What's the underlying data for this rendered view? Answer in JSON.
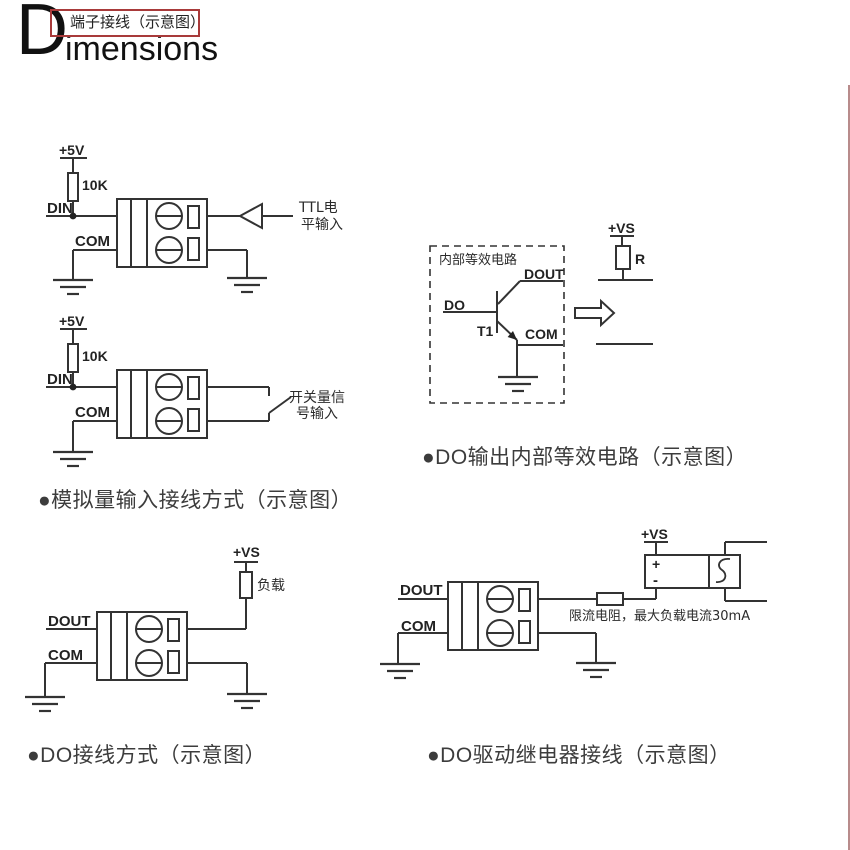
{
  "header": {
    "tag": "端子接线（示意图）",
    "title_initial": "D",
    "title_rest": "imensions"
  },
  "circuits": {
    "din_ttl": {
      "v_label": "+5V",
      "r_label": "10K",
      "din": "DIN",
      "com": "COM",
      "input_l1": "TTL电",
      "input_l2": "平输入"
    },
    "din_switch": {
      "v_label": "+5V",
      "r_label": "10K",
      "din": "DIN",
      "com": "COM",
      "input_l1": "开关量信",
      "input_l2": "号输入"
    },
    "do_equiv": {
      "box_title": "内部等效电路",
      "do": "DO",
      "t1": "T1",
      "dout": "DOUT",
      "com": "COM",
      "vs": "+VS",
      "r": "R"
    },
    "do_wiring": {
      "dout": "DOUT",
      "com": "COM",
      "vs": "+VS",
      "load": "负载"
    },
    "do_relay": {
      "dout": "DOUT",
      "com": "COM",
      "vs": "+VS",
      "plus": "+",
      "minus": "-",
      "note": "限流电阻，最大负载电流30mA"
    }
  },
  "captions": {
    "analog_input": "●模拟量输入接线方式（示意图）",
    "do_equiv": "●DO输出内部等效电路（示意图）",
    "do_wiring": "●DO接线方式（示意图）",
    "do_relay": "●DO驱动继电器接线（示意图）"
  },
  "colors": {
    "line": "#333333",
    "tag_border": "#a83a3a"
  }
}
